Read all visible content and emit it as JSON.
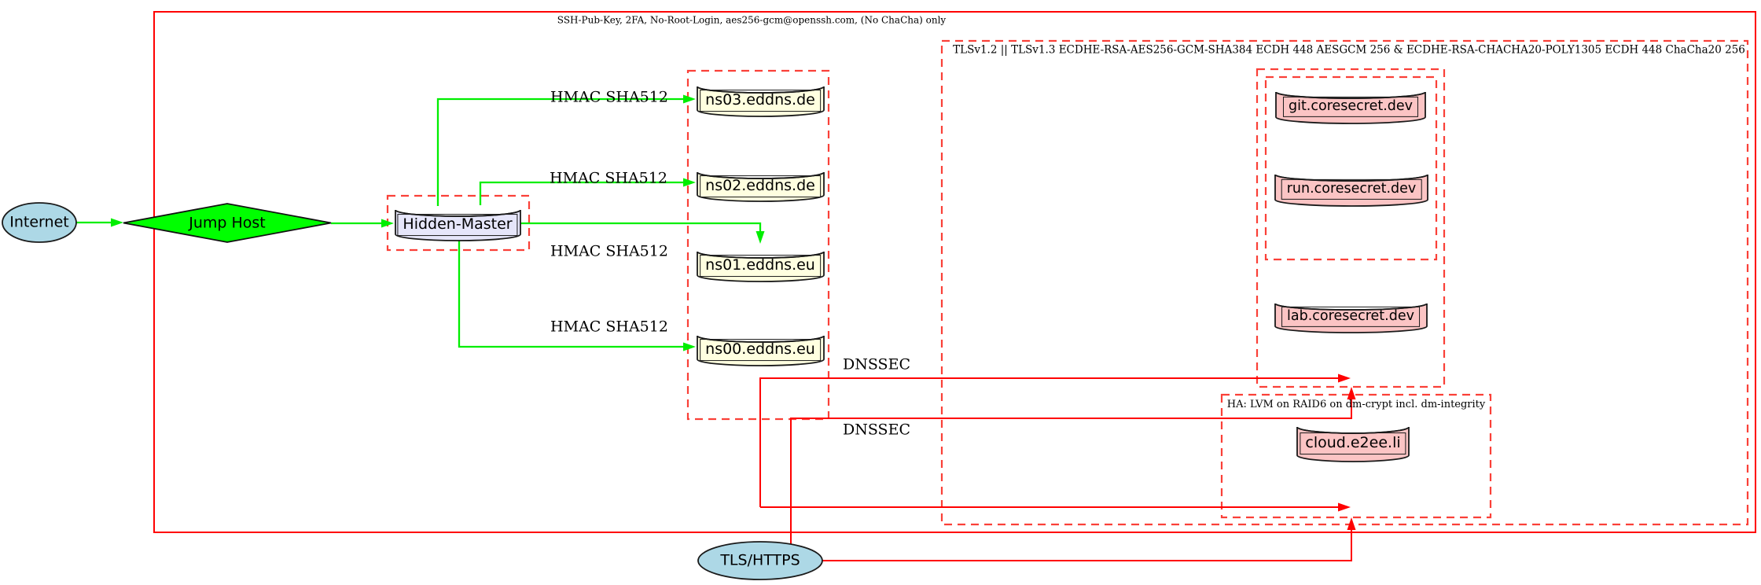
{
  "diagram_title": "DNS / hosting security architecture diagram",
  "cluster_labels": {
    "ssh": "SSH-Pub-Key, 2FA, No-Root-Login, aes256-gcm@openssh.com, (No ChaCha) only",
    "tls": "TLSv1.2 || TLSv1.3 ECDHE-RSA-AES256-GCM-SHA384 ECDH 448 AESGCM 256 & ECDHE-RSA-CHACHA20-POLY1305 ECDH 448 ChaCha20 256",
    "ha": "HA: LVM on RAID6 on dm-crypt incl. dm-integrity"
  },
  "nodes": {
    "internet": "Internet",
    "jump_host": "Jump Host",
    "hidden_master": "Hidden-Master",
    "ns03": "ns03.eddns.de",
    "ns02": "ns02.eddns.de",
    "ns01": "ns01.eddns.eu",
    "ns00": "ns00.eddns.eu",
    "git": "git.coresecret.dev",
    "run": "run.coresecret.dev",
    "lab": "lab.coresecret.dev",
    "cloud": "cloud.e2ee.li",
    "tls_https": "TLS/HTTPS"
  },
  "edge_labels": {
    "hmac": "HMAC SHA512",
    "dnssec": "DNSSEC"
  },
  "edges": [
    {
      "from": "Internet",
      "to": "Jump Host",
      "label": "",
      "color": "green"
    },
    {
      "from": "Jump Host",
      "to": "Hidden-Master",
      "label": "",
      "color": "green"
    },
    {
      "from": "Hidden-Master",
      "to": "ns03.eddns.de",
      "label": "HMAC SHA512",
      "color": "green"
    },
    {
      "from": "Hidden-Master",
      "to": "ns02.eddns.de",
      "label": "HMAC SHA512",
      "color": "green"
    },
    {
      "from": "Hidden-Master",
      "to": "ns01.eddns.eu",
      "label": "HMAC SHA512",
      "color": "green"
    },
    {
      "from": "Hidden-Master",
      "to": "ns00.eddns.eu",
      "label": "HMAC SHA512",
      "color": "green"
    },
    {
      "from": "nameserver-cluster",
      "to": "coresecret-cluster",
      "label": "DNSSEC",
      "color": "red"
    },
    {
      "from": "nameserver-cluster",
      "to": "ha-cluster",
      "label": "DNSSEC",
      "color": "red"
    },
    {
      "from": "TLS/HTTPS",
      "to": "coresecret-cluster",
      "label": "",
      "color": "red"
    },
    {
      "from": "TLS/HTTPS",
      "to": "ha-cluster",
      "label": "",
      "color": "red"
    }
  ],
  "colors": {
    "node_green": "#00FF00",
    "edge_green": "#00EE00",
    "node_lightblue": "#ADD8E6",
    "node_lavender": "#E6E6FA",
    "node_lightyellow": "#FFFFE0",
    "node_pink": "#FBC4C4",
    "solid_red": "#FF0000",
    "dashed_red": "#FA4038"
  }
}
